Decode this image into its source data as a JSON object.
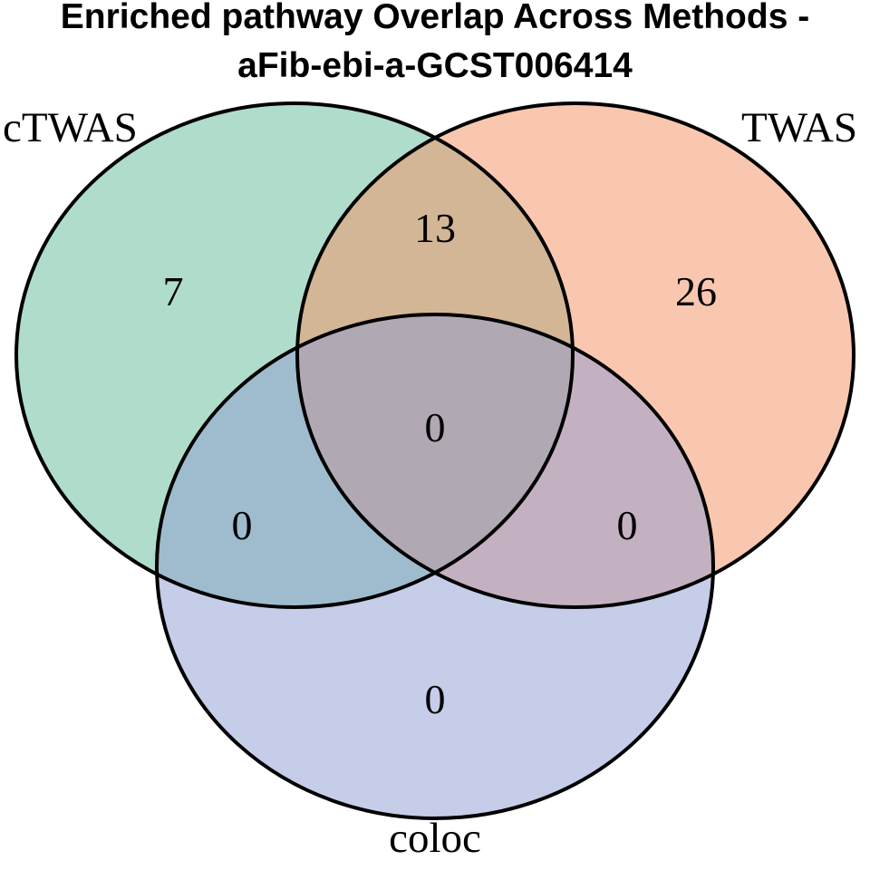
{
  "title": {
    "line1": "Enriched pathway Overlap Across Methods -",
    "line2": "aFib-ebi-a-GCST006414"
  },
  "chart_data": {
    "type": "venn",
    "title": "Enriched pathway Overlap Across Methods - aFib-ebi-a-GCST006414",
    "sets": [
      "cTWAS",
      "TWAS",
      "coloc"
    ],
    "regions": [
      {
        "sets": [
          "cTWAS"
        ],
        "value": 7
      },
      {
        "sets": [
          "TWAS"
        ],
        "value": 26
      },
      {
        "sets": [
          "coloc"
        ],
        "value": 0
      },
      {
        "sets": [
          "cTWAS",
          "TWAS"
        ],
        "value": 13
      },
      {
        "sets": [
          "cTWAS",
          "coloc"
        ],
        "value": 0
      },
      {
        "sets": [
          "TWAS",
          "coloc"
        ],
        "value": 0
      },
      {
        "sets": [
          "cTWAS",
          "TWAS",
          "coloc"
        ],
        "value": 0
      }
    ],
    "colors": {
      "cTWAS": "#61ba97",
      "TWAS": "#f38f5f",
      "coloc": "#8d9bd3",
      "outline": "#000000",
      "background": "#ffffff",
      "text": "#000000"
    },
    "fill_opacity": 0.5,
    "legend_position": "none",
    "grid": false
  }
}
